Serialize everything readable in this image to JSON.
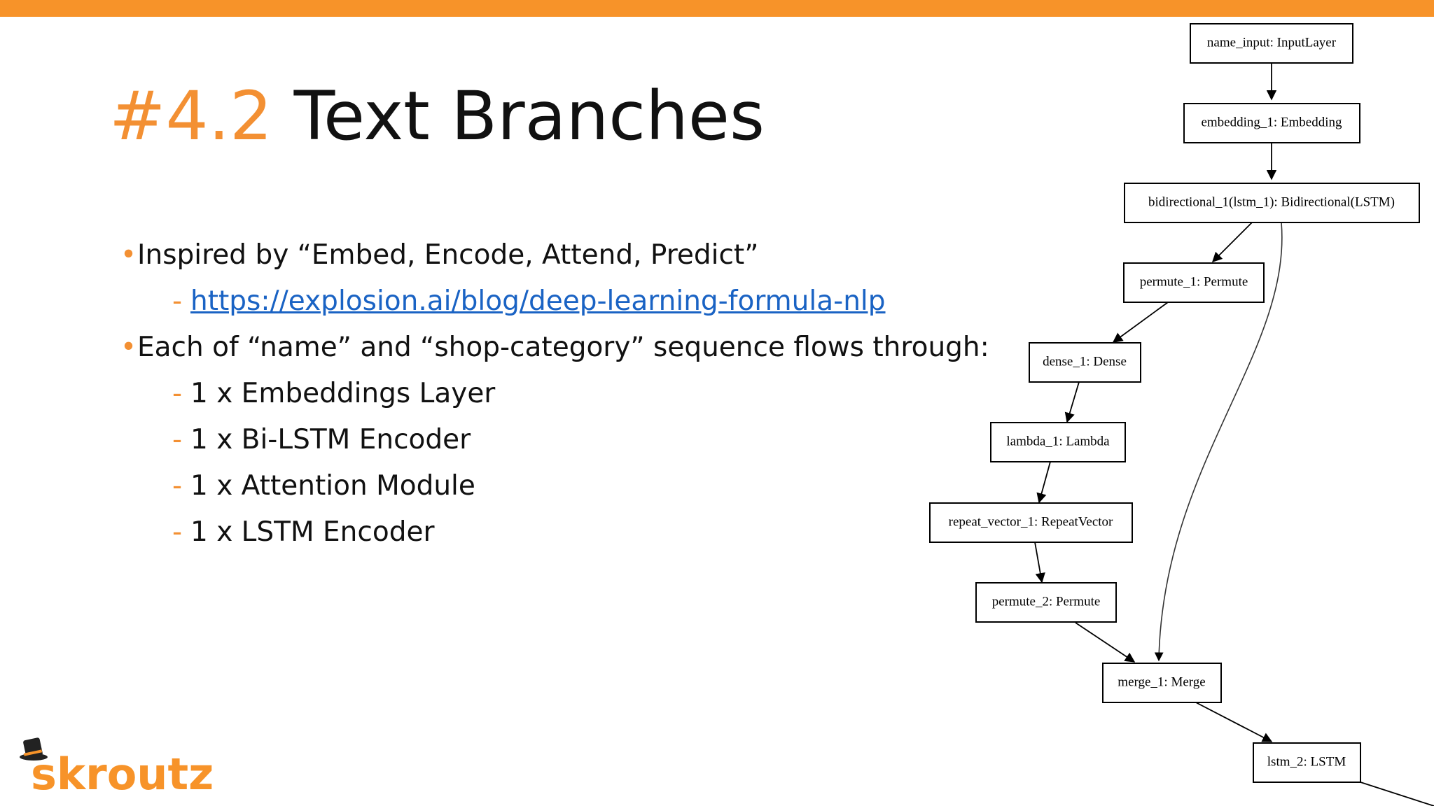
{
  "title": {
    "number": "#4.2",
    "text": "Text Branches"
  },
  "bullets": {
    "b1": "Inspired by “Embed, Encode, Attend, Predict”",
    "b1_link": "https://explosion.ai/blog/deep-learning-formula-nlp",
    "b2": "Each of “name” and “shop-category” sequence flows through:",
    "sub": [
      "1 x Embeddings Layer",
      "1 x Bi-LSTM Encoder",
      "1 x Attention Module",
      "1 x LSTM Encoder"
    ],
    "bullet_glyph": "•",
    "dash_glyph": "-"
  },
  "logo": {
    "text": "skroutz",
    "icon": "top-hat-icon"
  },
  "colors": {
    "accent": "#f79329",
    "link": "#1a63c4",
    "text": "#111111"
  },
  "diagram": {
    "nodes": [
      "name_input: InputLayer",
      "embedding_1: Embedding",
      "bidirectional_1(lstm_1): Bidirectional(LSTM)",
      "permute_1: Permute",
      "dense_1: Dense",
      "lambda_1: Lambda",
      "repeat_vector_1: RepeatVector",
      "permute_2: Permute",
      "merge_1: Merge",
      "lstm_2: LSTM"
    ]
  }
}
